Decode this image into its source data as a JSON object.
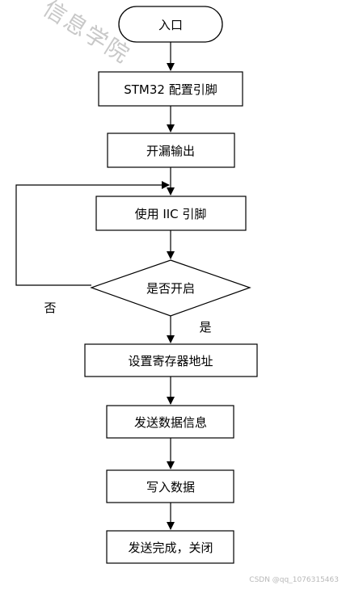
{
  "watermark": "信息学院",
  "nodes": {
    "start": "入口",
    "config": "STM32 配置引脚",
    "open_drain": "开漏输出",
    "use_iic": "使用 IIC 引脚",
    "decision": "是否开启",
    "set_addr": "设置寄存器地址",
    "send_info": "发送数据信息",
    "write_data": "写入数据",
    "finish": "发送完成，关闭"
  },
  "labels": {
    "no": "否",
    "yes": "是"
  },
  "footer": "CSDN @qq_1076315463"
}
